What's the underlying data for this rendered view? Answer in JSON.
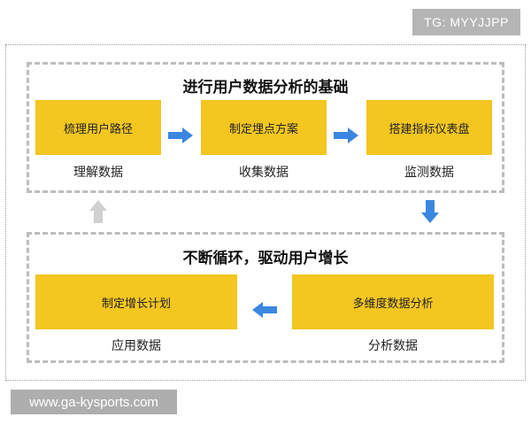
{
  "watermark": {
    "tag": "TG: MYYJJPP",
    "url": "www.ga-kysports.com"
  },
  "top_group": {
    "title": "进行用户数据分析的基础",
    "steps": [
      {
        "box": "梳理用户路径",
        "label": "理解数据"
      },
      {
        "box": "制定埋点方案",
        "label": "收集数据"
      },
      {
        "box": "搭建指标仪表盘",
        "label": "监测数据"
      }
    ]
  },
  "bottom_group": {
    "title": "不断循环，驱动用户增长",
    "steps": [
      {
        "box": "制定增长计划",
        "label": "应用数据"
      },
      {
        "box": "多维度数据分析",
        "label": "分析数据"
      }
    ]
  },
  "colors": {
    "box_fill": "#f3c620",
    "arrow_blue": "#3b87e0",
    "arrow_grey": "#d0d0d0",
    "dashed_border": "#bdbdbd"
  }
}
